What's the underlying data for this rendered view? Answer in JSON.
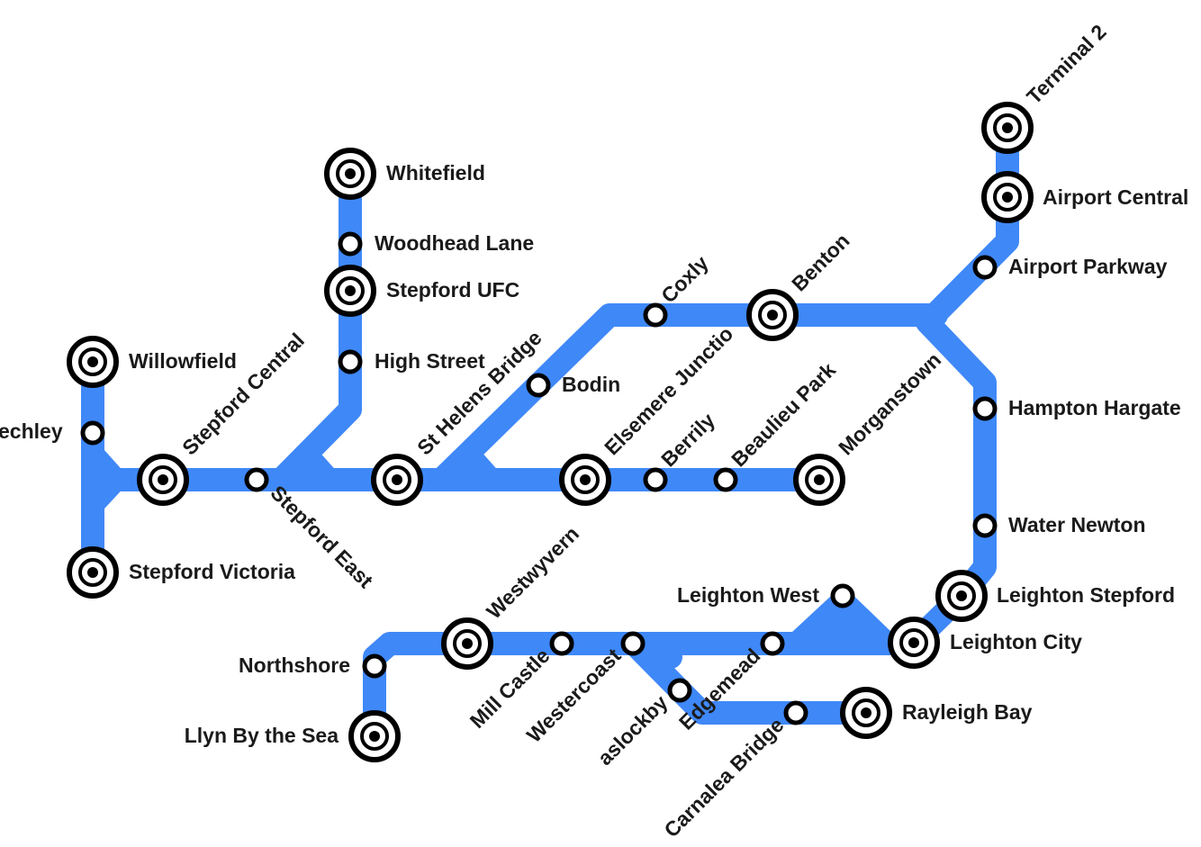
{
  "map": {
    "line_color": "#3f88f7",
    "stations": {
      "terminal_2": "Terminal 2",
      "airport_central": "Airport Central",
      "airport_parkway": "Airport Parkway",
      "whitefield": "Whitefield",
      "woodhead_lane": "Woodhead Lane",
      "stepford_ufc": "Stepford UFC",
      "high_street": "High Street",
      "willowfield": "Willowfield",
      "bletchley": "echley",
      "stepford_victoria": "Stepford Victoria",
      "stepford_central": "Stepford Central",
      "stepford_east": "Stepford East",
      "st_helens_bridge": "St Helens Bridge",
      "bodin": "Bodin",
      "coxly": "Coxly",
      "benton": "Benton",
      "elsemere_junction": "Elsemere Junctio",
      "berrily": "Berrily",
      "beaulieu_park": "Beaulieu Park",
      "morganstown": "Morganstown",
      "hampton_hargate": "Hampton Hargate",
      "water_newton": "Water Newton",
      "leighton_stepford": "Leighton Stepford",
      "leighton_west": "Leighton West",
      "leighton_city": "Leighton City",
      "westwyvern": "Westwyvern",
      "northshore": "Northshore",
      "llyn_by_the_sea": "Llyn By the Sea",
      "mill_castle": "Mill Castle",
      "westercoast": "Westercoast",
      "faraday": "aslockby",
      "edgemead": "Edgemead",
      "carnalea_bridge": "Carnalea  Bridge",
      "rayleigh_bay": "Rayleigh Bay"
    }
  }
}
